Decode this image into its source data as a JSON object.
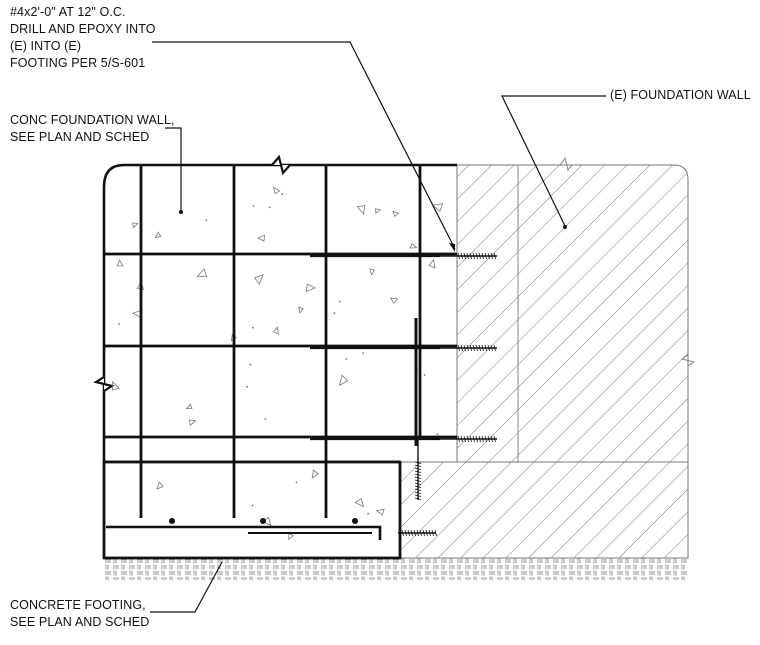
{
  "notes": {
    "epoxy_dowel": [
      "#4x2'-0\" AT 12\" O.C.",
      "DRILL AND EPOXY INTO",
      "(E) INTO (E)",
      "FOOTING PER 5/S-601"
    ],
    "existing_wall": [
      "(E) FOUNDATION WALL"
    ],
    "conc_foundation_wall": [
      "CONC FOUNDATION WALL,",
      "SEE PLAN AND SCHED"
    ],
    "concrete_footing": [
      "CONCRETE FOOTING,",
      "SEE PLAN AND SCHED"
    ]
  },
  "colors": {
    "line": "#111111",
    "hatch": "#6a6a6a",
    "aggregate": "#777777",
    "soil": "#7a7a7a"
  }
}
